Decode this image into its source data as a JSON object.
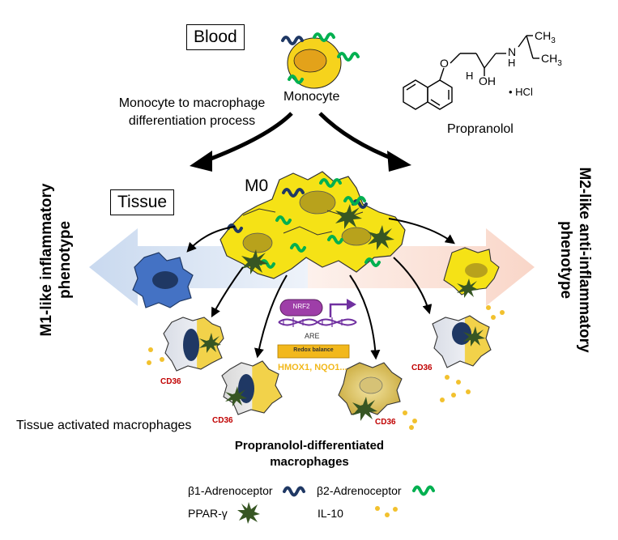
{
  "labels": {
    "blood": "Blood",
    "tissue": "Tissue",
    "monocyte": "Monocyte",
    "differentiation": "Monocyte to macrophage\ndifferentiation process",
    "differentiation_line1": "Monocyte to macrophage",
    "differentiation_line2": "differentiation process",
    "m0": "M0",
    "propranolol": "Propranolol",
    "hcl": "• HCl",
    "chem_h": "H",
    "chem_oh": "OH",
    "chem_o": "O",
    "chem_n": "N",
    "chem_h2": "H",
    "chem_ch3_top": "CH",
    "chem_ch3_bottom": "CH",
    "chem_sub3": "3",
    "m1_line1": "M1-like inflammatory",
    "m1_line2": "phenotype",
    "m2_line1": "M2-like anti-inflammatory",
    "m2_line2": "phenotype",
    "tissue_activated": "Tissue activated macrophages",
    "propranolol_diff_line1": "Propranolol-differentiated",
    "propranolol_diff_line2": "macrophages",
    "cd36": "CD36",
    "nrf2": "NRF2",
    "are": "ARE",
    "redox": "Redox balance",
    "hmox": "HMOX1, NQO1..."
  },
  "legend": {
    "beta1": "β1-Adrenoceptor",
    "beta2": "β2-Adrenoceptor",
    "ppar": "PPAR-γ",
    "il10": "IL-10"
  },
  "colors": {
    "macrophage_yellow": "#f5e216",
    "nucleus_olive": "#b8a21c",
    "m1_blue": "#4472c4",
    "beta1_blue": "#1f3864",
    "beta2_green": "#00b050",
    "ppar_green": "#375623",
    "il10_gold": "#f2c12e",
    "cd36_red": "#c00000",
    "nrf2_purple": "#9e3ea8",
    "redox_gold": "#f2b81c"
  }
}
